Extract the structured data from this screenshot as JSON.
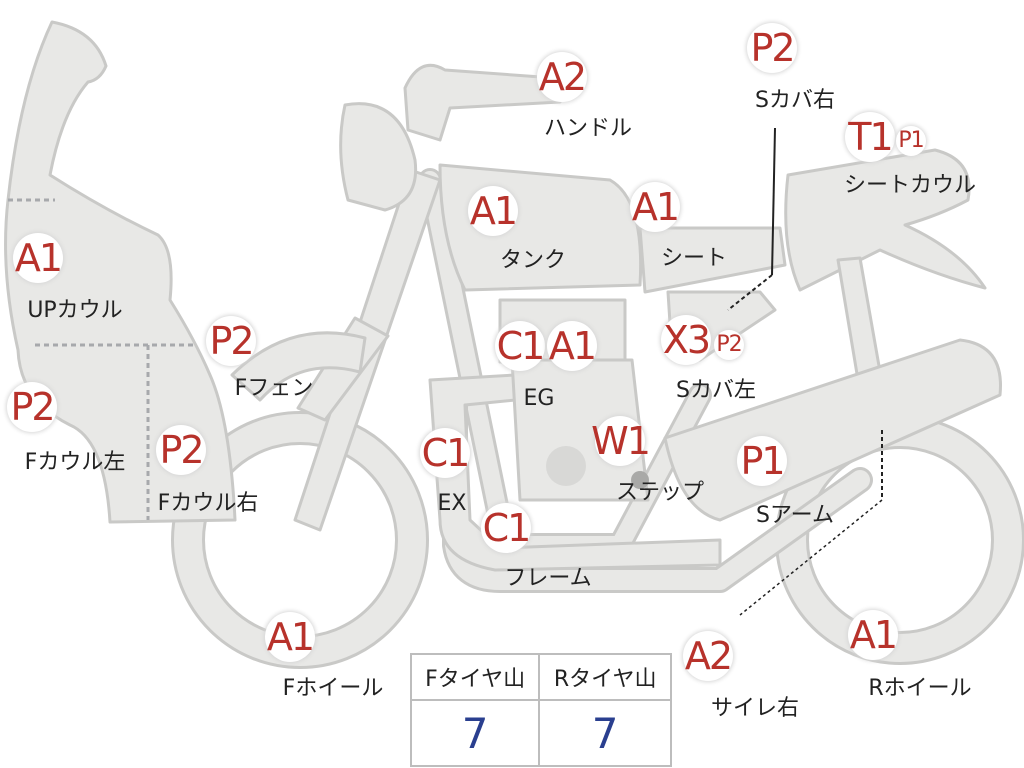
{
  "parts": [
    {
      "code": "A2",
      "label": "ハンドル"
    },
    {
      "code": "P2",
      "label": "Sカバ右"
    },
    {
      "code": "T1",
      "code2": "P1",
      "label": "シートカウル"
    },
    {
      "code": "A1",
      "label": "タンク"
    },
    {
      "code": "A1",
      "label": "シート"
    },
    {
      "code": "A1",
      "label": "UPカウル"
    },
    {
      "code": "P2",
      "label": "Fフェン"
    },
    {
      "code": "C1",
      "code2": "A1",
      "label": "EG"
    },
    {
      "code": "X3",
      "code2": "P2",
      "label": "Sカバ左"
    },
    {
      "code": "P2",
      "label": "Fカウル左"
    },
    {
      "code": "P2",
      "label": "Fカウル右"
    },
    {
      "code": "C1",
      "label": "EX"
    },
    {
      "code": "W1",
      "label": "ステップ"
    },
    {
      "code": "P1",
      "label": "Sアーム"
    },
    {
      "code": "C1",
      "label": "フレーム"
    },
    {
      "code": "A1",
      "label": "Fホイール"
    },
    {
      "code": "A2",
      "label": "サイレ右"
    },
    {
      "code": "A1",
      "label": "Rホイール"
    }
  ],
  "tires": {
    "front_header": "Fタイヤ山",
    "rear_header": "Rタイヤ山",
    "front_value": "7",
    "rear_value": "7"
  }
}
